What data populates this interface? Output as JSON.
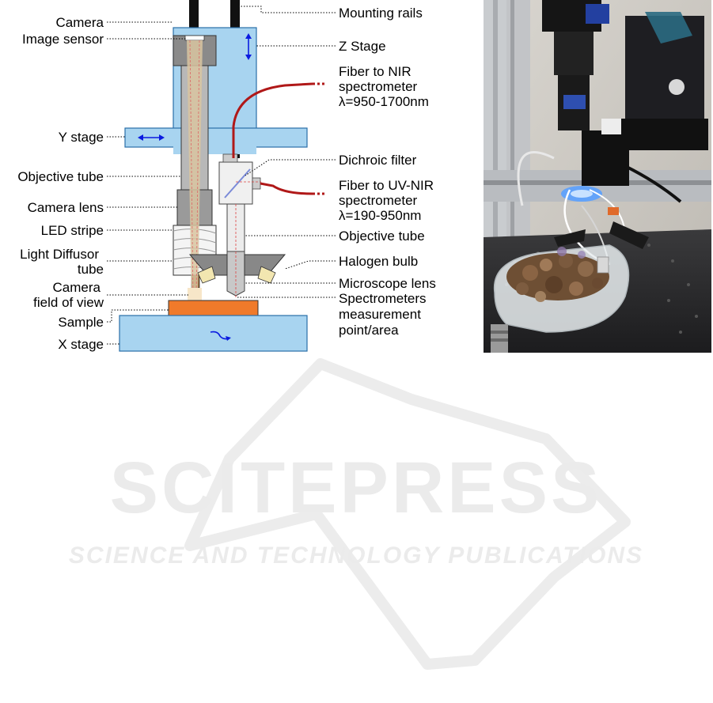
{
  "labels_left": [
    "Camera",
    "Image sensor",
    "Y stage",
    "Objective tube",
    "Camera lens",
    "LED stripe",
    "Light Diffusor",
    "tube",
    "Camera",
    "field of view",
    "Sample",
    "X stage"
  ],
  "labels_right": [
    "Mounting rails",
    "Z Stage",
    "Fiber to NIR",
    "spectrometer",
    "λ=950-1700nm",
    "Dichroic filter",
    "Fiber to UV-NIR",
    "spectrometer",
    "λ=190-950nm",
    "Objective tube",
    "Halogen bulb",
    "Microscope lens",
    "Spectrometers",
    "measurement",
    "point/area"
  ],
  "watermark": {
    "title": "SCITEPRESS",
    "subtitle": "SCIENCE AND TECHNOLOGY PUBLICATIONS"
  },
  "colors": {
    "stage_blue": "#a8d4f0",
    "stage_outline": "#2a6fa8",
    "beam_tan": "#d8c4a0",
    "sample_orange": "#f07a2a",
    "fiber_red": "#b01818",
    "arrow_blue": "#0a1ae0",
    "tube_gray": "#b8b8b8",
    "watermark": "#ebebeb"
  }
}
